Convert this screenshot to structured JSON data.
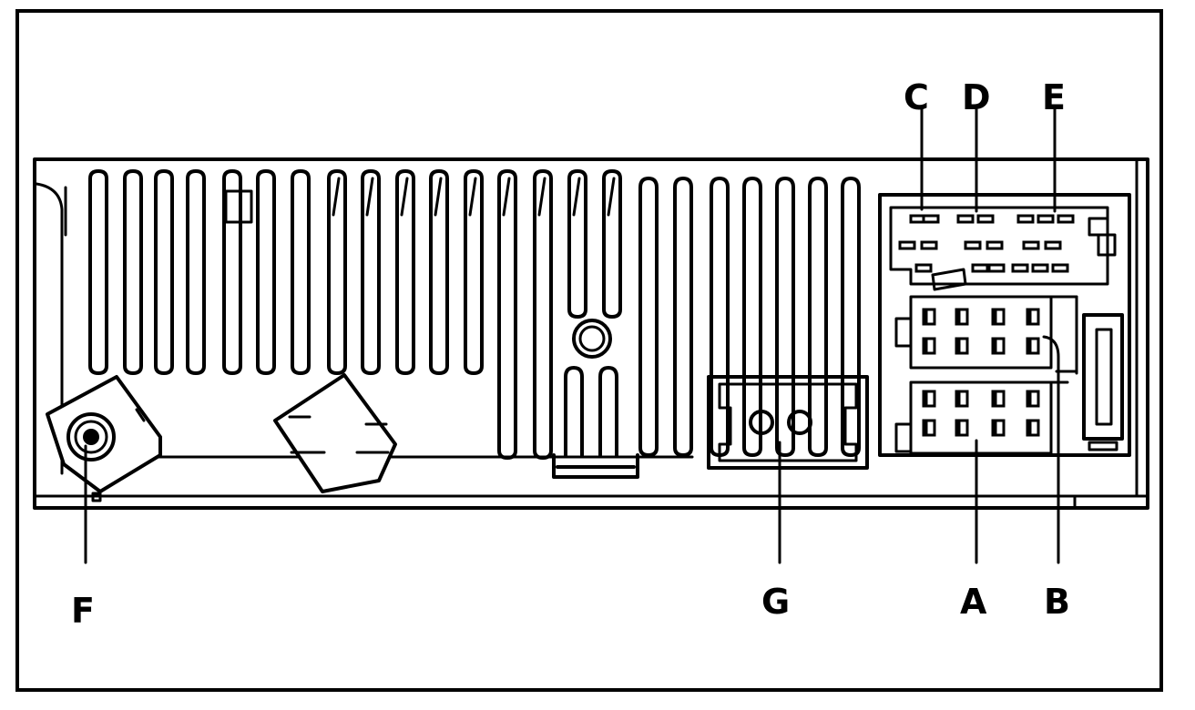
{
  "diagram": {
    "colors": {
      "ink": "#000000",
      "paper": "#ffffff"
    },
    "labels": {
      "a": "A",
      "b": "B",
      "c": "C",
      "d": "D",
      "e": "E",
      "f": "F",
      "g": "G"
    }
  }
}
